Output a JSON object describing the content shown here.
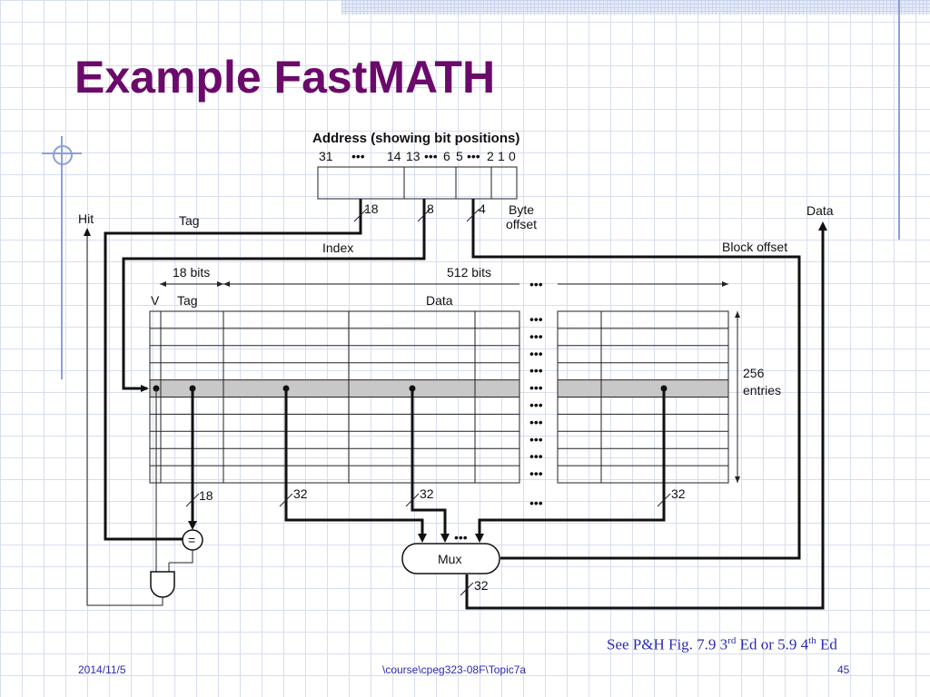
{
  "slide": {
    "title": "Example FastMATH",
    "caption": {
      "prefix": "See P&H Fig. 7.9 3",
      "sup1": "rd",
      "middle": " Ed or 5.9 4",
      "sup2": "th",
      "suffix": " Ed"
    },
    "footer": {
      "date": "2014/11/5",
      "path": "\\course\\cpeg323-08F\\Topic7a",
      "page": "45"
    }
  },
  "diagram": {
    "address_title": "Address (showing bit positions)",
    "bit_positions": {
      "b31": "31",
      "dots1": "•••",
      "b14": "14",
      "b13": "13",
      "dots2": "•••",
      "b6": "6",
      "b5": "5",
      "dots3": "•••",
      "b2": "2",
      "b1": "1",
      "b0": "0"
    },
    "field_widths": {
      "tag": "18",
      "index": "8",
      "block_offset": "4"
    },
    "labels": {
      "hit": "Hit",
      "tag": "Tag",
      "index": "Index",
      "byte_offset_1": "Byte",
      "byte_offset_2": "offset",
      "data": "Data",
      "block_offset": "Block offset",
      "tag_bits": "18 bits",
      "data_bits": "512 bits",
      "col_v": "V",
      "col_tag": "Tag",
      "col_data": "Data",
      "entries_1": "256",
      "entries_2": "entries",
      "ellipsis": "•••",
      "tag_bus_width": "18",
      "word_width_a": "32",
      "word_width_b": "32",
      "word_width_c": "32",
      "output_width": "32",
      "comparator": "=",
      "mux": "Mux"
    }
  }
}
